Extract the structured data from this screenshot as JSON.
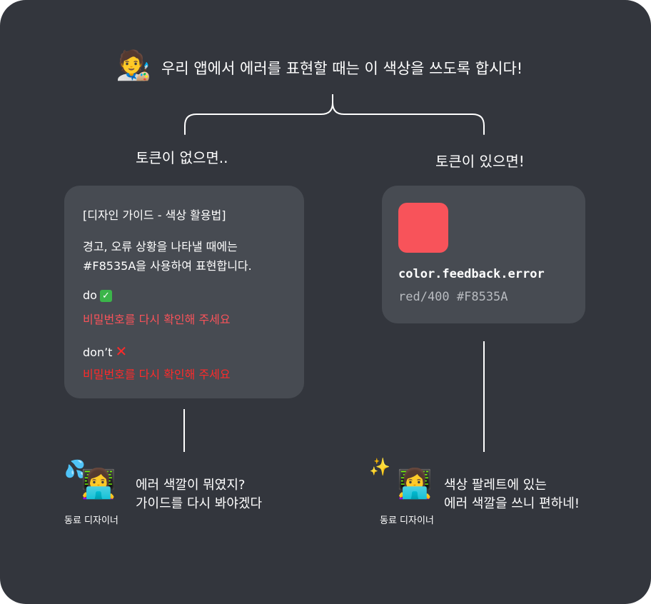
{
  "header": {
    "title": "우리 앱에서 에러를 표현할 때는 이 색상을 쓰도록 합시다!",
    "artist_icon": "🧑‍🎨"
  },
  "left": {
    "label": "토큰이 없으면..",
    "card": {
      "heading": "[디자인 가이드 - 색상 활용법]",
      "line1": "경고, 오류 상황을 나타낼 때에는",
      "line2": "#F8535A을 사용하여 표현합니다.",
      "do_label": "do",
      "do_example": "비밀번호를 다시 확인해 주세요",
      "dont_label": "don’t",
      "dont_example": "비밀번호를 다시 확인해 주세요",
      "do_color": "#F8535A",
      "dont_color": "#FF2A2A"
    },
    "speech_line1": "에러 색깔이 뭐였지?",
    "speech_line2": "가이드를 다시 봐야겠다",
    "person_caption": "동료 디자이너",
    "person_icon": "👩‍💻",
    "effect_icon": "💦"
  },
  "right": {
    "label": "토큰이 있으면!",
    "card": {
      "swatch_color": "#F8535A",
      "token_name": "color.feedback.error",
      "token_value": "red/400 #F8535A"
    },
    "speech_line1": "색상 팔레트에 있는",
    "speech_line2": "에러 색깔을 쓰니 편하네!",
    "person_caption": "동료 디자이너",
    "person_icon": "👩‍💻",
    "effect_icon": "✨"
  }
}
